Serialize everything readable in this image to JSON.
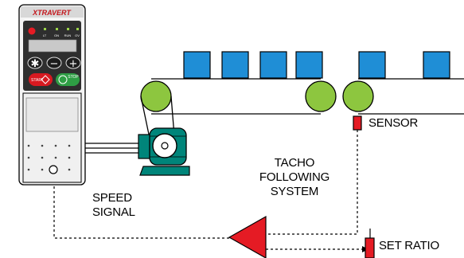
{
  "drive": {
    "brand": "XTRAVERT",
    "status_leds": [
      "LT",
      "ON",
      "RUN",
      "OV"
    ],
    "keys": {
      "mode": "✱",
      "down": "−",
      "up": "+",
      "start": "START",
      "stop": "STOP"
    }
  },
  "labels": {
    "sensor": "SENSOR",
    "tacho": [
      "TACHO",
      "FOLLOWING",
      "SYSTEM"
    ],
    "speed_signal": [
      "SPEED",
      "SIGNAL"
    ],
    "set_ratio": "SET RATIO"
  },
  "colors": {
    "box": "#1f8ed6",
    "roller": "#8dc63f",
    "motor": "#00857a",
    "sensor": "#e51b24",
    "ratio": "#e51b24"
  }
}
